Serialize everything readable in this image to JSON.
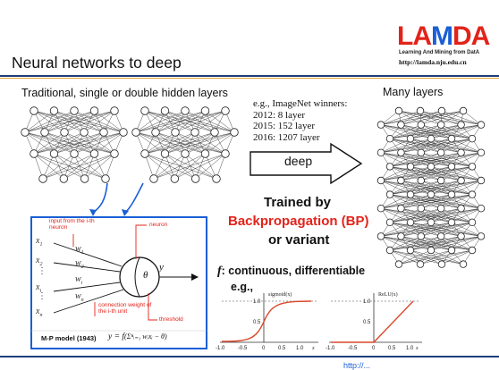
{
  "logo": {
    "word": "LAMDA",
    "subtitle": "Learning And Mining from DatA",
    "url": "http://lamda.nju.edu.cn"
  },
  "slide": {
    "title": "Neural networks to deep"
  },
  "left": {
    "caption": "Traditional, single or double hidden layers"
  },
  "winners": {
    "header": "e.g., ImageNet winners:",
    "lines": [
      "2012: 8 layer",
      "2015: 152 layer",
      "2016:  1207 layer"
    ]
  },
  "arrow": {
    "label": "deep"
  },
  "right": {
    "caption": "Many layers"
  },
  "training": {
    "line1": "Trained by",
    "line2": "Backpropagation (BP)",
    "line3": "or variant"
  },
  "activation": {
    "heading_letter": "f",
    "heading_rest": ": continuous, differentiable",
    "eg": "e.g.,"
  },
  "mp_model": {
    "annotations": {
      "input": "input from the i-th neuron",
      "neuron": "neuron",
      "connection": "connection weight of the i-th unit",
      "threshold": "threshold"
    },
    "inputs": [
      "x",
      "x",
      "x",
      "x"
    ],
    "input_subs": [
      "1",
      "2",
      "i",
      "n"
    ],
    "weights": [
      "w",
      "w",
      "w",
      "w"
    ],
    "weight_subs": [
      "1",
      "2",
      "i",
      "n"
    ],
    "dots": "⋮",
    "theta": "θ",
    "output": "y",
    "caption": "M-P model (1943)",
    "formula_lhs": "y = f",
    "formula_rhs": "(Σⁿᵢ₌₁ wᵢxᵢ − θ)"
  },
  "sigmoid_plot": {
    "title": "sigmoid(x)",
    "y_ticks": [
      "1.0",
      "0.5"
    ],
    "x_ticks": [
      "-1.0",
      "-0.5",
      "0",
      "0.5",
      "1.0"
    ],
    "x_label": "x"
  },
  "relu_plot": {
    "title": "ReLU(x)",
    "y_ticks": [
      "1.0",
      "0.5"
    ],
    "x_ticks": [
      "-1.0",
      "-0.5",
      "0",
      "0.5",
      "1.0"
    ],
    "x_label": "x"
  },
  "footer": {
    "url": "http://..."
  },
  "colors": {
    "red": "#e2231a",
    "blue": "#1a5fd4",
    "rule": "#1f3d7a",
    "rule2": "#e3a23a"
  }
}
